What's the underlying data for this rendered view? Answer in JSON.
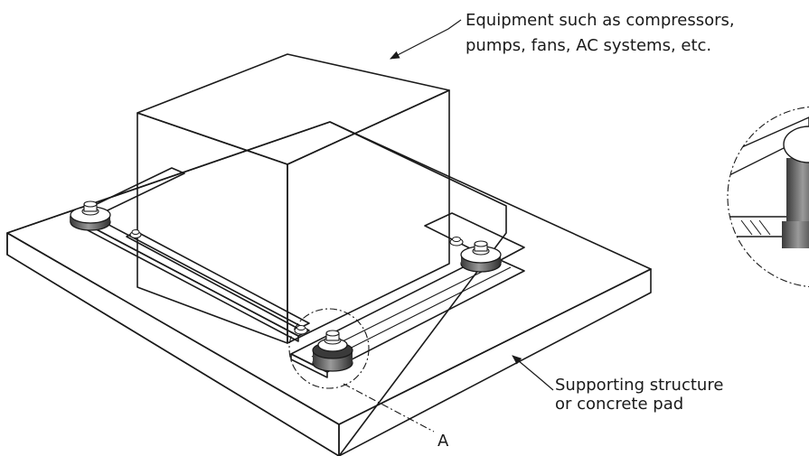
{
  "labels": {
    "equipment_line1": "Equipment such as compressors,",
    "equipment_line2": "pumps, fans, AC systems, etc.",
    "support_line1": "Supporting structure",
    "support_line2": "or concrete pad",
    "detail_marker": "A"
  },
  "colors": {
    "stroke": "#1a1a1a",
    "pad_fill": "#ffffff",
    "isolator_dark": "#4a4a4a",
    "isolator_mid": "#8a8a8a"
  }
}
